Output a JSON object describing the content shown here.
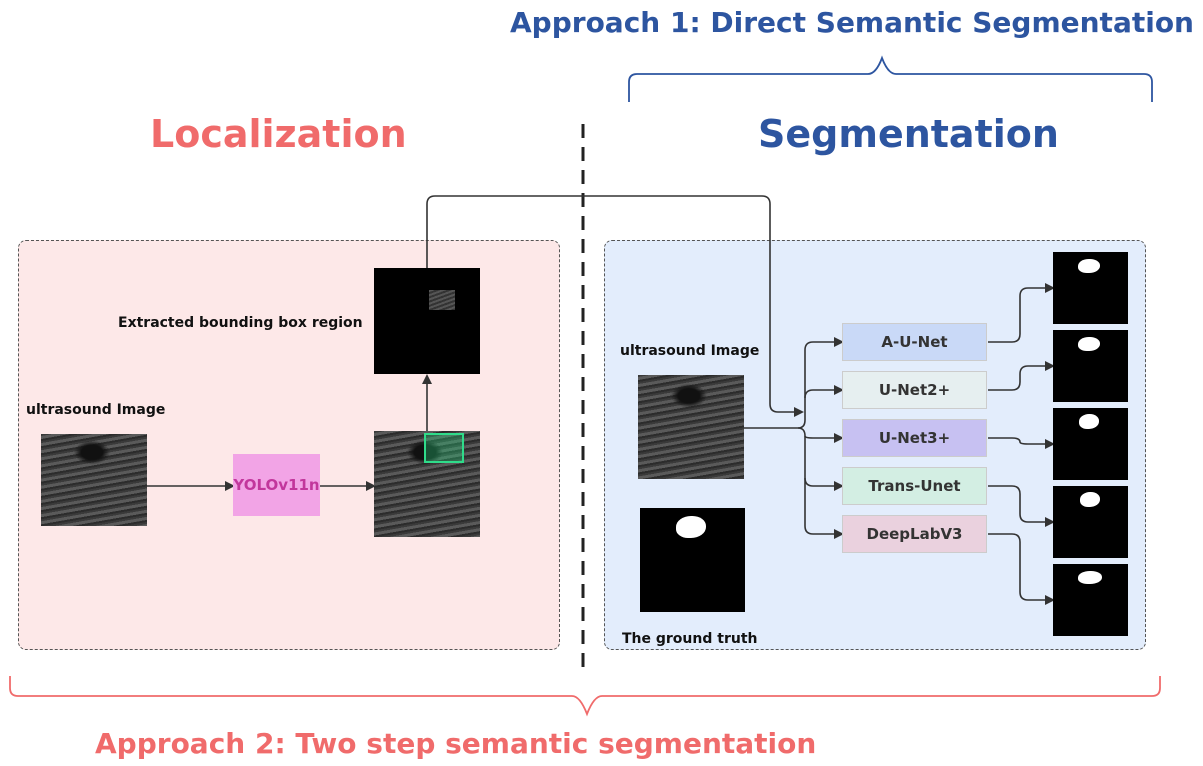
{
  "titles": {
    "localization": "Localization",
    "segmentation": "Segmentation",
    "approach1": "Approach 1: Direct Semantic Segmentation",
    "approach2": "Approach 2: Two step semantic segmentation"
  },
  "localization_panel": {
    "input_label": "ultrasound Image",
    "detector": "YOLOv11n",
    "crop_label": "Extracted bounding box region"
  },
  "segmentation_panel": {
    "input_label": "ultrasound Image",
    "ground_truth_label": "The ground truth",
    "models": [
      "A-U-Net",
      "U-Net2+",
      "U-Net3+",
      "Trans-Unet",
      "DeepLabV3"
    ]
  },
  "colors": {
    "localization": "#f06b6b",
    "segmentation": "#2d55a0",
    "localization_panel_bg": "#fde8e8",
    "segmentation_panel_bg": "#e3edfc",
    "yolo_box": "#f2a4e6",
    "model_a_unet": "#c9d9f7",
    "model_unet2": "#e6eff0",
    "model_unet3": "#c7c1f2",
    "model_transunet": "#d3eee3",
    "model_deeplab": "#ead1de"
  }
}
